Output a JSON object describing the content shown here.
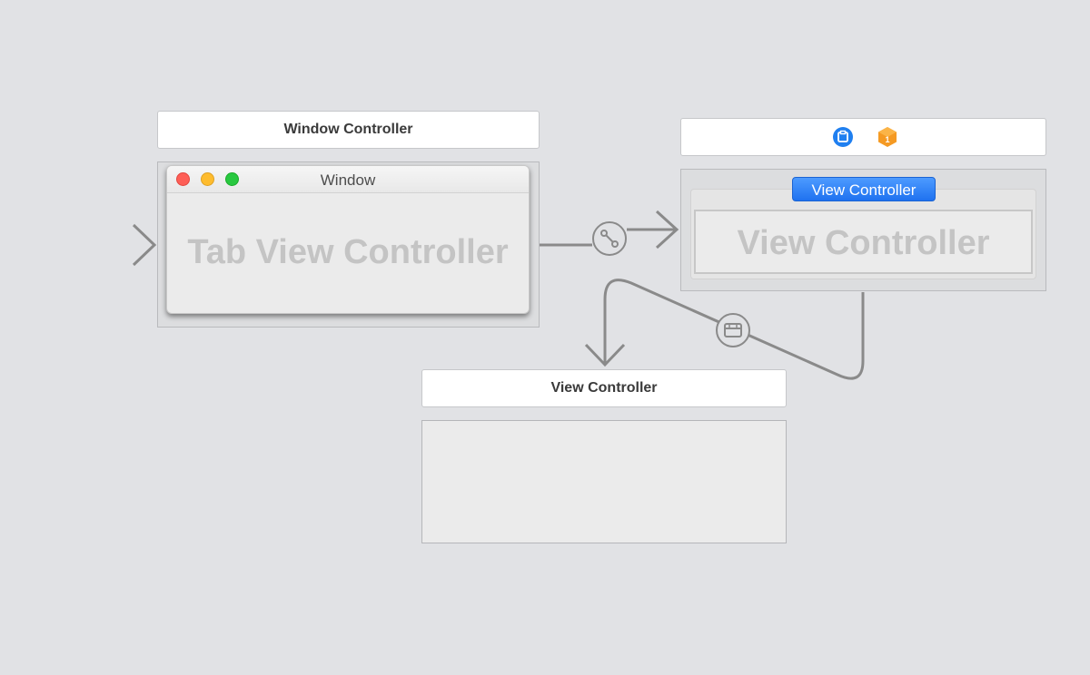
{
  "scenes": {
    "window_controller": {
      "header_title": "Window Controller",
      "window_title": "Window",
      "content_placeholder": "Tab View Controller"
    },
    "tab_child_view_controller": {
      "badge_label": "View Controller",
      "content_placeholder": "View Controller",
      "header_icons": [
        "view-controller-icon",
        "first-responder-icon"
      ]
    },
    "view_controller": {
      "header_title": "View Controller"
    }
  },
  "segues": [
    {
      "kind": "initial-entry",
      "icon": "entry-arrow-icon"
    },
    {
      "kind": "relationship",
      "icon": "relationship-segue-icon"
    },
    {
      "kind": "present-sheet",
      "icon": "sheet-segue-icon"
    }
  ],
  "colors": {
    "canvas": "#e1e2e5",
    "selection_badge": "#1f72f0",
    "traffic_red": "#fe5f57",
    "traffic_yellow": "#febc2e",
    "traffic_green": "#28c840",
    "view_controller_icon": "#1f7ff0",
    "first_responder_icon": "#f59a23",
    "connector": "#8a8a8a"
  }
}
